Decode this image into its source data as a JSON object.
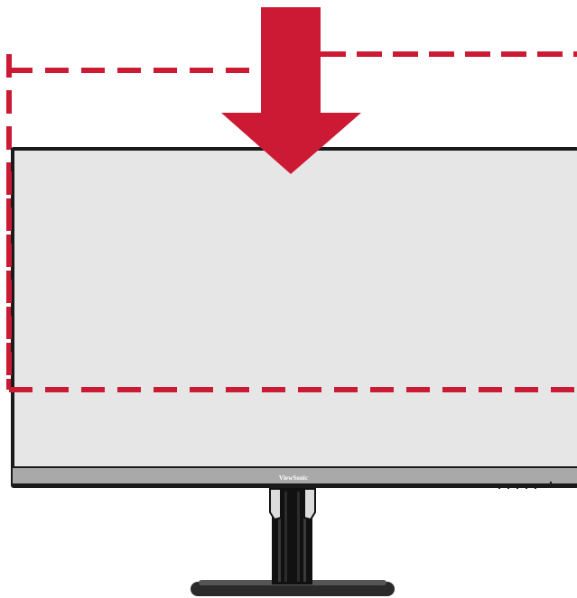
{
  "diagram": {
    "brand": "ViewSonic",
    "colors": {
      "arrow": "#cc1a35",
      "dashed_outline": "#cc1a35",
      "screen": "#e6e6e6",
      "bezel": "#1a1a1a",
      "chin": "#a9a9a9",
      "stand": "#111111",
      "base": "#2a2a2a"
    },
    "icons": [
      "down-arrow-icon",
      "dashed-position-outline",
      "monitor",
      "stand",
      "base"
    ]
  }
}
